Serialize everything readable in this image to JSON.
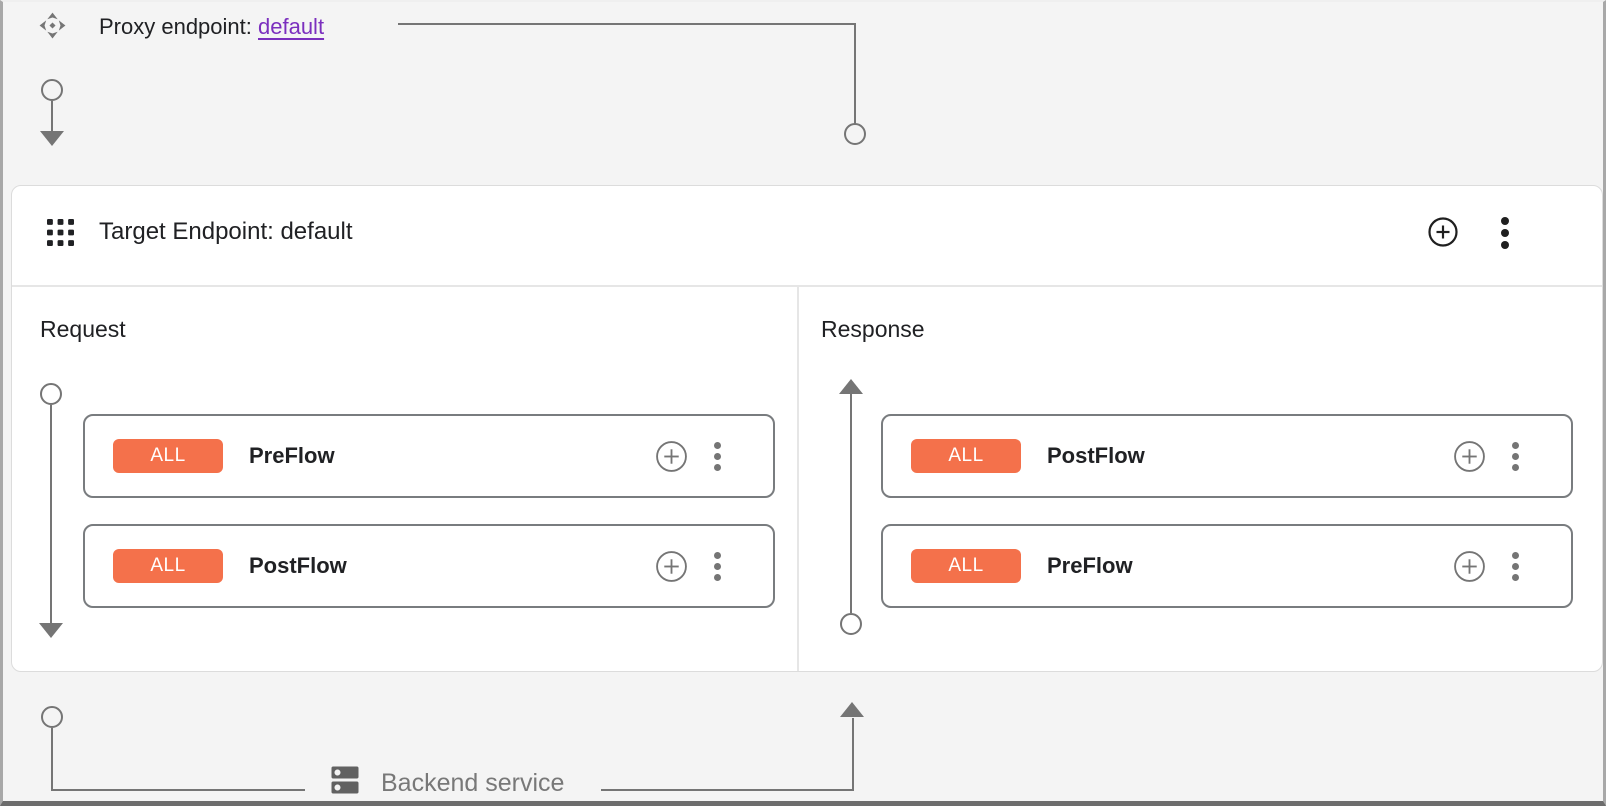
{
  "proxy_endpoint": {
    "label": "Proxy endpoint:",
    "link_text": "default"
  },
  "target_endpoint": {
    "title": "Target Endpoint: default",
    "request_label": "Request",
    "response_label": "Response",
    "request_flows": [
      {
        "badge": "ALL",
        "name": "PreFlow"
      },
      {
        "badge": "ALL",
        "name": "PostFlow"
      }
    ],
    "response_flows": [
      {
        "badge": "ALL",
        "name": "PostFlow"
      },
      {
        "badge": "ALL",
        "name": "PreFlow"
      }
    ]
  },
  "backend_service": {
    "label": "Backend service"
  },
  "icons": {
    "proxy_endpoint_icon": "move-diamond",
    "target_endpoint_icon": "grid-apps",
    "add_icon": "plus-circle",
    "menu_icon": "kebab-vertical",
    "backend_icon": "dns-server"
  },
  "colors": {
    "badge_bg": "#f4714b",
    "link_purple": "#7b2fbe",
    "connector_gray": "#757575",
    "card_bg": "#ffffff",
    "canvas_bg": "#f4f4f4"
  }
}
